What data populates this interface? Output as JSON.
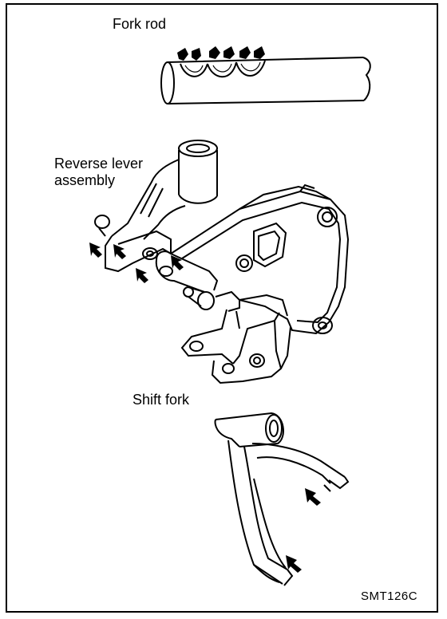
{
  "labels": {
    "fork_rod": "Fork rod",
    "reverse_lever_line1": "Reverse lever",
    "reverse_lever_line2": "assembly",
    "shift_fork": "Shift fork",
    "figure_code": "SMT126C"
  },
  "icons": {
    "lubrication_arrow": "lubrication-arrow-icon"
  }
}
